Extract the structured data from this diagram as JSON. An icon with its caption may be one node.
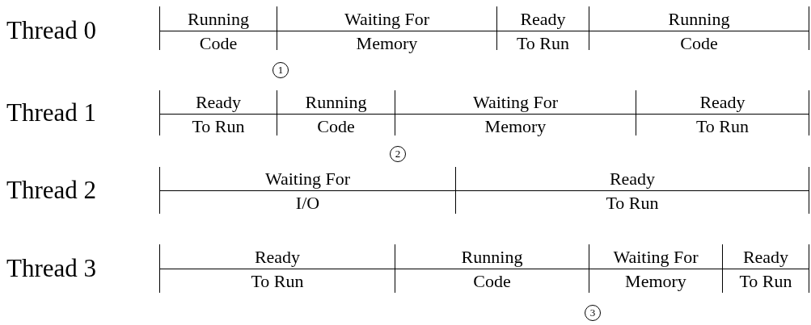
{
  "diagram": {
    "nodes": [
      {
        "text": [
          "Running",
          "Code"
        ]
      },
      {
        "text": [
          "Waiting For",
          "Memory"
        ]
      },
      {
        "text": [
          "Ready",
          "To Run"
        ]
      },
      {
        "text": [
          "Running",
          "Code"
        ]
      },
      {
        "text": [
          "Ready",
          "To Run"
        ]
      },
      {
        "text": [
          "Running",
          "Code"
        ]
      },
      {
        "text": [
          "Waiting For",
          "Memory"
        ]
      },
      {
        "text": [
          "Ready",
          "To Run"
        ]
      },
      {
        "text": [
          "Waiting For",
          "I/O"
        ]
      },
      {
        "text": [
          "Ready",
          "To Run"
        ]
      },
      {
        "text": [
          "Ready",
          "To Run"
        ]
      },
      {
        "text": [
          "Running",
          "Code"
        ]
      },
      {
        "text": [
          "Waiting For",
          "Memory"
        ]
      },
      {
        "text": [
          "Ready",
          "To Run"
        ]
      }
    ],
    "edges": [],
    "labels": [
      "Thread 0",
      "1",
      "Thread 1",
      "2",
      "Thread 2",
      "Thread 3",
      "3"
    ]
  }
}
